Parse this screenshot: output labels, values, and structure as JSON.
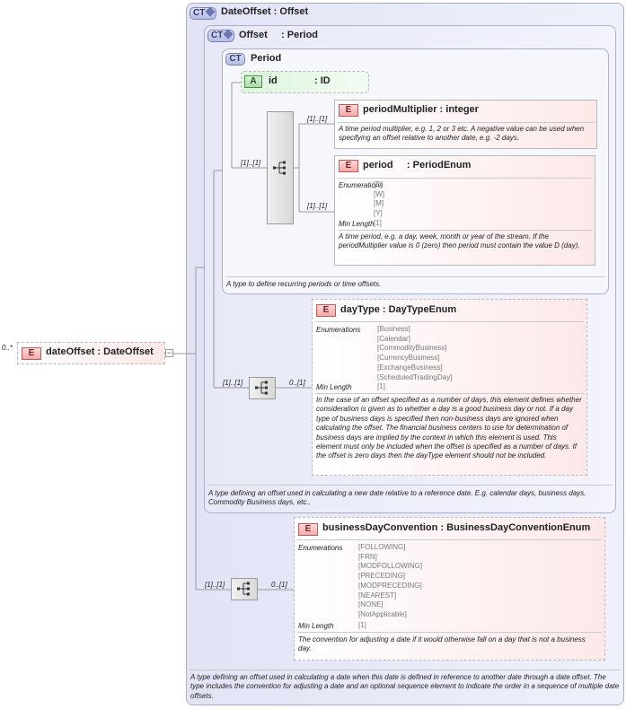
{
  "root_element": {
    "cardinality": "0..*",
    "badge": "E",
    "label": "dateOffset : DateOffset",
    "collapse_symbol": "−"
  },
  "date_offset_type": {
    "badge": "CT",
    "title": "DateOffset : Offset",
    "documentation": "A type defining an offset used in calculating a date when this date is defined in reference to another date through a date offset. The type includes the convention for adjusting a date and an optional sequence element to indicate the order in a sequence of multiple date offsets."
  },
  "offset_type": {
    "badge": "CT",
    "title": "Offset     : Period",
    "documentation": "A type defining an offset used in calculating a new date relative to a reference date. E.g. calendar days, business days, Commodity Business days, etc.."
  },
  "period_type": {
    "badge": "CT",
    "title": "Period",
    "documentation": "A type to define recurring periods or time offsets.",
    "attribute": {
      "badge": "A",
      "name": "id",
      "type": ": ID"
    }
  },
  "period_sequence": {
    "cardinality": "[1]..[1]"
  },
  "period_multiplier": {
    "cardinality": "[1]..[1]",
    "badge": "E",
    "title": "periodMultiplier : integer",
    "documentation": "A time period multiplier, e.g. 1, 2 or 3 etc. A negative value can be used when specifying an offset relative to another date, e.g. -2 days."
  },
  "period": {
    "cardinality": "[1]..[1]",
    "badge": "E",
    "title": "period     : PeriodEnum",
    "enumerations_label": "Enumerations",
    "enumerations": [
      "[D]",
      "[W]",
      "[M]",
      "[Y]"
    ],
    "min_length_label": "Min Length",
    "min_length": "[1]",
    "documentation": "A time period, e.g. a day, week, month or year of the stream. If the periodMultiplier value is 0 (zero) then period must contain the value D (day)."
  },
  "day_type_sequence": {
    "cardinality": "[1]..[1]",
    "child_cardinality": "0..[1]"
  },
  "day_type": {
    "badge": "E",
    "title": "dayType : DayTypeEnum",
    "enumerations_label": "Enumerations",
    "enumerations": [
      "[Business]",
      "[Calendar]",
      "[CommodityBusiness]",
      "[CurrencyBusiness]",
      "[ExchangeBusiness]",
      "[ScheduledTradingDay]"
    ],
    "min_length_label": "Min Length",
    "min_length": "[1]",
    "documentation": "In the case of an offset specified as a number of days, this element defines whether consideration is given as to whether a day is a good business day or not. If a day type of business days is specified then non-business days are ignored when calculating the offset. The financial business centers to use for determination of business days are implied by the context in which this element is used. This element must only be included when the offset is specified as a number of days. If the offset is zero days then the dayType element should not be included."
  },
  "bdc_sequence": {
    "cardinality": "[1]..[1]",
    "child_cardinality": "0..[1]"
  },
  "business_day_convention": {
    "badge": "E",
    "title": "businessDayConvention : BusinessDayConventionEnum",
    "enumerations_label": "Enumerations",
    "enumerations": [
      "[FOLLOWING]",
      "[FRN]",
      "[MODFOLLOWING]",
      "[PRECEDING]",
      "[MODPRECEDING]",
      "[NEAREST]",
      "[NONE]",
      "[NotApplicable]"
    ],
    "min_length_label": "Min Length",
    "min_length": "[1]",
    "documentation": "The convention for adjusting a date if it would otherwise fall on a day that is not a business day."
  }
}
